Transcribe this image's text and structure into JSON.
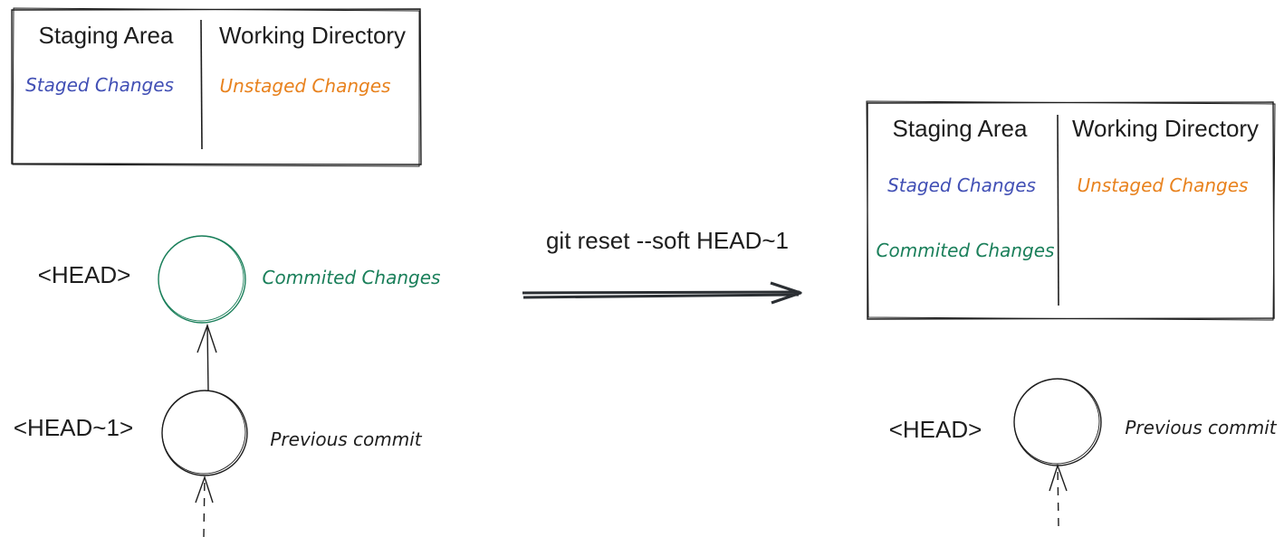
{
  "before": {
    "staging_header": "Staging Area",
    "working_header": "Working Directory",
    "staged_text": "Staged Changes",
    "unstaged_text": "Unstaged Changes",
    "head_label": "<HEAD>",
    "head_commit_text": "Commited Changes",
    "parent_label": "<HEAD~1>",
    "parent_commit_text": "Previous commit"
  },
  "command": "git reset --soft HEAD~1",
  "after": {
    "staging_header": "Staging Area",
    "working_header": "Working Directory",
    "staged_text": "Staged Changes",
    "committed_text": "Commited Changes",
    "unstaged_text": "Unstaged Changes",
    "head_label": "<HEAD>",
    "head_commit_text": "Previous commit"
  },
  "colors": {
    "stroke": "#1e1e1e",
    "staged": "#4250b5",
    "unstaged": "#e8821e",
    "committed": "#1a7f5a",
    "arrow": "#2b2f33"
  }
}
